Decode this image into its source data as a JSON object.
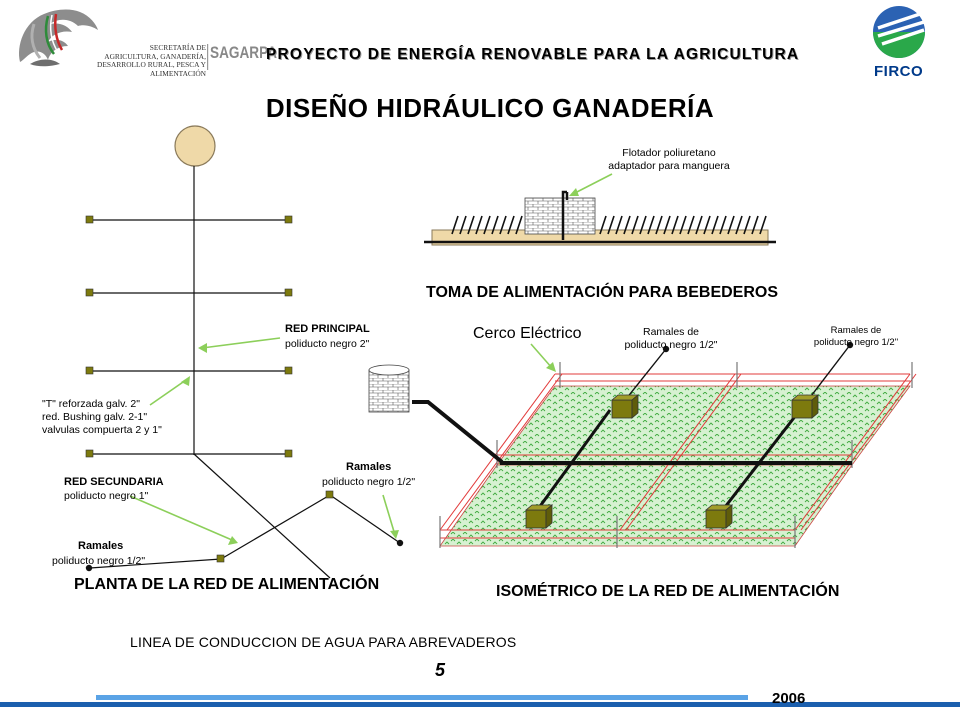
{
  "header": {
    "title": "PROYECTO DE ENERGÍA RENOVABLE PARA LA AGRICULTURA",
    "agency_lines": [
      "SECRETARÍA DE",
      "AGRICULTURA, GANADERÍA,",
      "DESARROLLO RURAL, PESCA Y ALIMENTACIÓN"
    ],
    "agency_short": "SAGARPA",
    "firco": "FIRCO"
  },
  "main_title": "DISEÑO HIDRÁULICO GANADERÍA",
  "plan": {
    "caption": "PLANTA DE LA RED DE ALIMENTACIÓN",
    "red_principal": "RED PRINCIPAL",
    "red_principal_spec": "poliducto negro 2\"",
    "t_lines": [
      "\"T\" reforzada galv. 2\"",
      "red. Bushing galv. 2-1\"",
      "valvulas compuerta 2 y 1\""
    ],
    "red_secundaria": "RED SECUNDARIA",
    "red_secundaria_spec": "poliducto negro 1\"",
    "ramales": "Ramales",
    "ramales_spec": "poliducto negro 1/2\""
  },
  "toma": {
    "flotador_lines": [
      "Flotador poliuretano",
      "adaptador para manguera"
    ],
    "caption": "TOMA DE  ALIMENTACIÓN PARA BEBEDEROS"
  },
  "iso": {
    "cerco": "Cerco Eléctrico",
    "ramales_lines": [
      "Ramales de",
      "poliducto negro 1/2\""
    ],
    "caption": "ISOMÉTRICO DE LA RED DE ALIMENTACIÓN"
  },
  "footer": {
    "line": "LINEA DE CONDUCCION DE AGUA PARA ABREVADEROS",
    "page": "5",
    "year": "2006"
  },
  "colors": {
    "leader": "#8ccf5a",
    "fence": "#e23b3b",
    "grass": "#3faa3f",
    "paddock": "#d6f1d1",
    "trough": "#7d7a0e",
    "tank": "#efd9a8",
    "footer_blue": "#1b5fae",
    "footer_light": "#5aa3e6"
  }
}
